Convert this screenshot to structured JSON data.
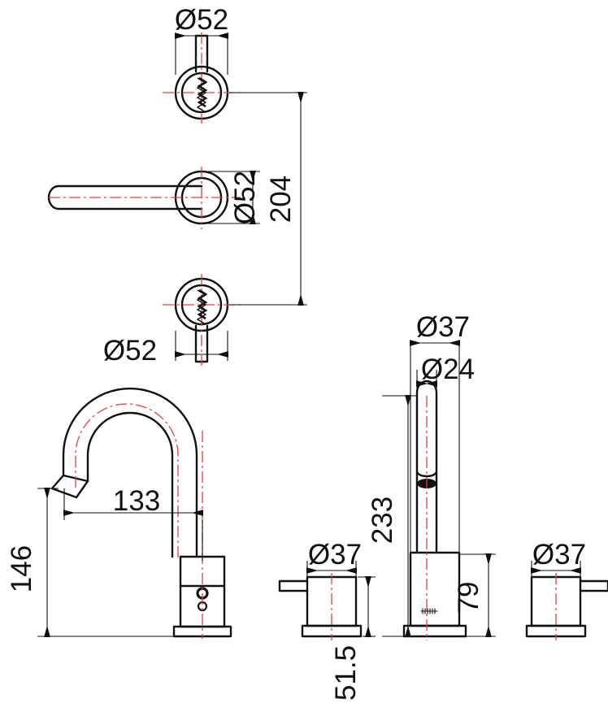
{
  "drawing": {
    "title": "Basin mixer tap technical dimension drawing",
    "units": "mm",
    "line_color": "#111111",
    "centerline_color": "#e04040",
    "background": "#ffffff"
  },
  "dimensions": {
    "top_handle_diameter": "Ø52",
    "mid_handle_diameter": "Ø52",
    "bottom_handle_diameter": "Ø52",
    "handle_spacing_vertical": "204",
    "spout_height": "146",
    "spout_reach": "133",
    "pillar_top_diameter": "Ø37",
    "pillar_bore_diameter": "Ø24",
    "pillar_height": "233",
    "pillar_body_height": "79",
    "valve_left_diameter": "Ø37",
    "valve_right_diameter": "Ø37",
    "valve_height": "51.5"
  },
  "views": {
    "plan_handles": "Wall mounted lever handles plan view",
    "spout_elevation": "Gooseneck spout elevation",
    "pillar_elevation": "Tall pillar spout elevation",
    "valve_left": "Left valve body elevation",
    "valve_right": "Right valve body elevation"
  }
}
